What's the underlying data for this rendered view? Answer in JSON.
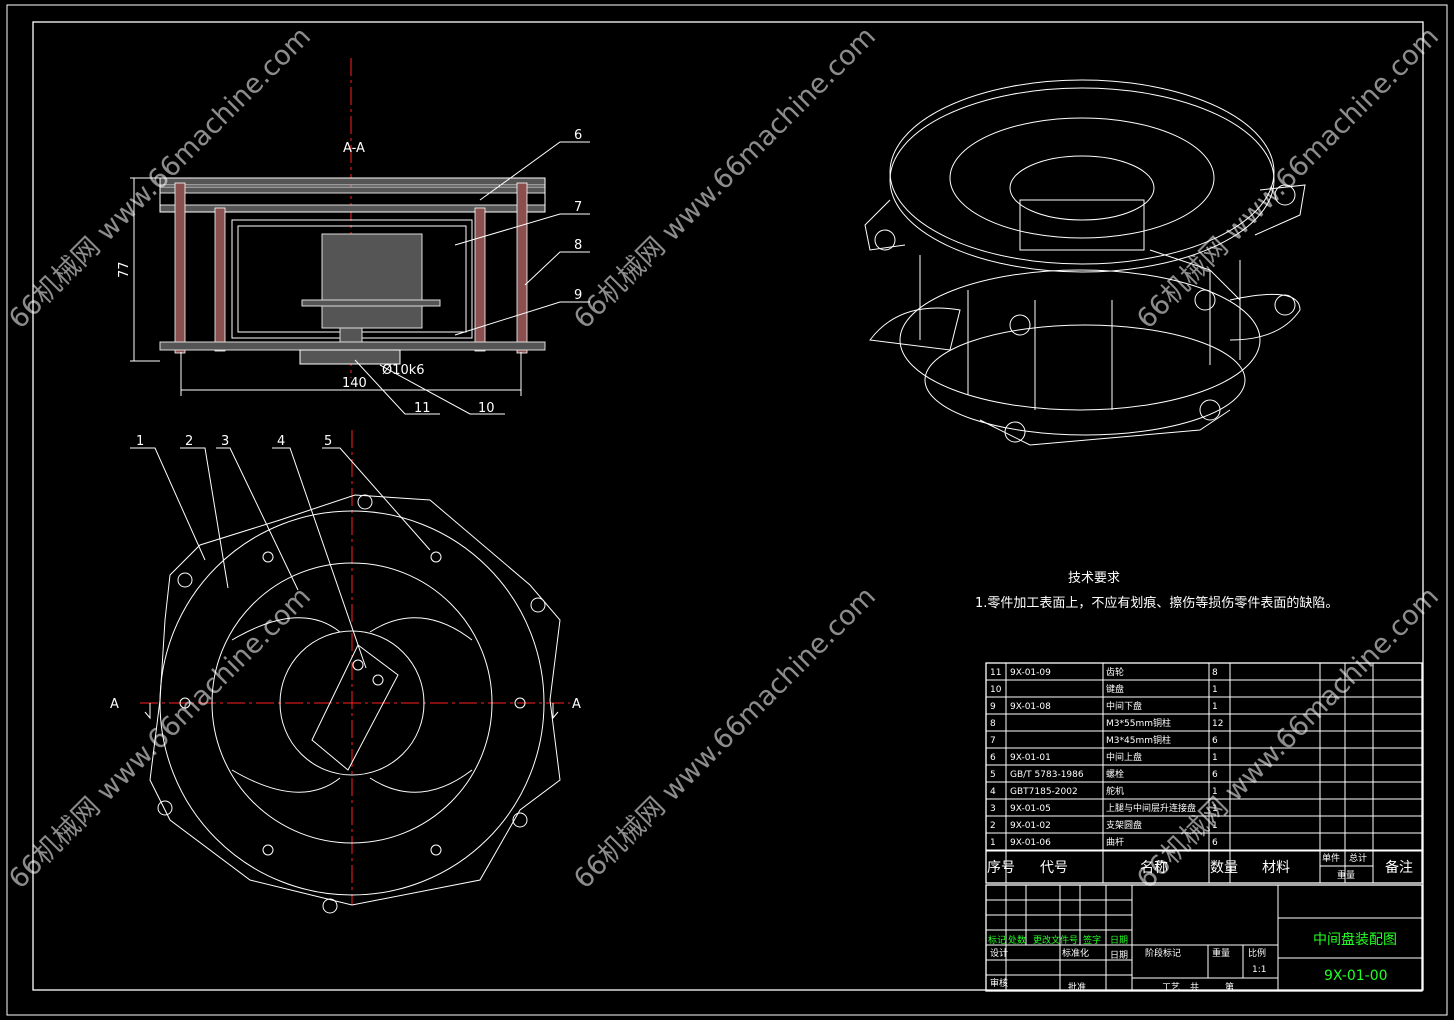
{
  "section_label": "A-A",
  "dimensions": {
    "height": "77",
    "width": "140",
    "fit": "Ø10k6"
  },
  "section_arrows": {
    "left": "A",
    "right": "A"
  },
  "callouts": [
    "1",
    "2",
    "3",
    "4",
    "5",
    "6",
    "7",
    "8",
    "9",
    "10",
    "11"
  ],
  "tech_requirements": {
    "title": "技术要求",
    "items": [
      "1.零件加工表面上，不应有划痕、擦伤等损伤零件表面的缺陷。"
    ]
  },
  "bom": {
    "headers": {
      "seq": "序号",
      "code": "代号",
      "name": "名称",
      "qty": "数量",
      "material": "材料",
      "unit": "单件",
      "total": "总计",
      "weight": "重量",
      "note": "备注"
    },
    "rows": [
      {
        "seq": "11",
        "code": "9X-01-09",
        "name": "齿轮",
        "qty": "8"
      },
      {
        "seq": "10",
        "code": "",
        "name": "键盘",
        "qty": "1"
      },
      {
        "seq": "9",
        "code": "9X-01-08",
        "name": "中间下盘",
        "qty": "1"
      },
      {
        "seq": "8",
        "code": "",
        "name": "M3*55mm铜柱",
        "qty": "12"
      },
      {
        "seq": "7",
        "code": "",
        "name": "M3*45mm铜柱",
        "qty": "6"
      },
      {
        "seq": "6",
        "code": "9X-01-01",
        "name": "中间上盘",
        "qty": "1"
      },
      {
        "seq": "5",
        "code": "GB/T 5783-1986",
        "name": "螺栓",
        "qty": "6"
      },
      {
        "seq": "4",
        "code": "GBT7185-2002",
        "name": "舵机",
        "qty": "1"
      },
      {
        "seq": "3",
        "code": "9X-01-05",
        "name": "上腿与中间层升连接盘",
        "qty": "1"
      },
      {
        "seq": "2",
        "code": "9X-01-02",
        "name": "支架圆盘",
        "qty": "1"
      },
      {
        "seq": "1",
        "code": "9X-01-06",
        "name": "曲杆",
        "qty": "6"
      }
    ]
  },
  "title_block": {
    "drawing_title": "中间盘装配图",
    "drawing_number": "9X-01-00",
    "scale": "1:1",
    "sign_row": [
      "标记",
      "处数",
      "更改文件号",
      "签字",
      "日期"
    ],
    "design": "设计",
    "std": "标准化",
    "stage": "阶段标记",
    "weight": "重量",
    "scale_label": "比例",
    "review": "审核",
    "craft": "工艺",
    "approve": "批准",
    "date": "日期",
    "sheets": "共",
    "sheet": "第"
  },
  "watermark": "66机械网 www.66machine.com"
}
